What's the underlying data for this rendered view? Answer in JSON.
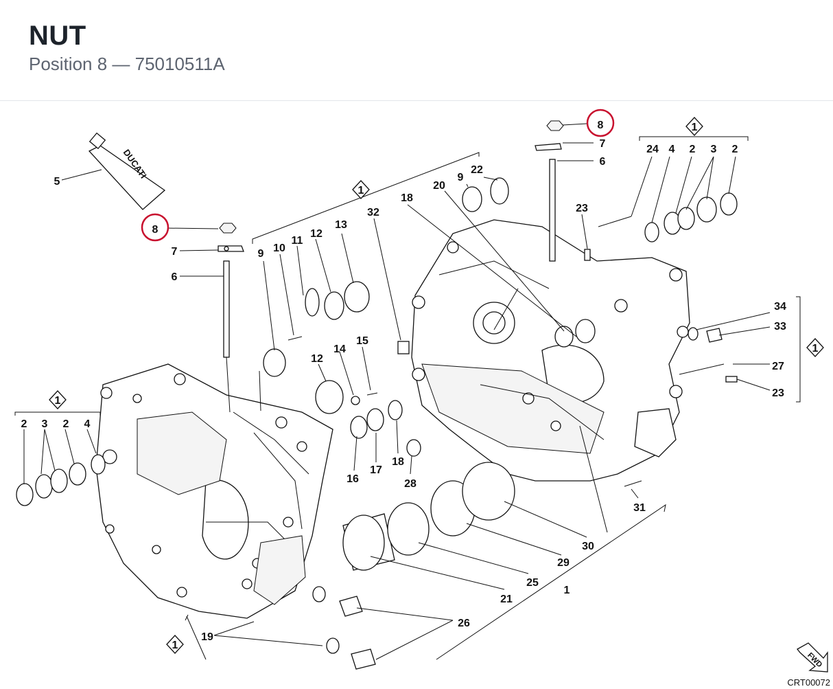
{
  "header": {
    "title": "NUT",
    "subtitle": "Position 8 — 75010511A"
  },
  "highlight_color": "#c8102e",
  "tube_brand": "DUCATI",
  "note_symbol": "1",
  "highlighted_label": "8",
  "callouts": {
    "c5": "5",
    "c6a": "6",
    "c7a": "7",
    "c6b": "6",
    "c7b": "7",
    "c9a": "9",
    "c10": "10",
    "c11": "11",
    "c12a": "12",
    "c13": "13",
    "c32": "32",
    "c18a": "18",
    "c20": "20",
    "c9b": "9",
    "c22": "22",
    "c23a": "23",
    "c24": "24",
    "c4a": "4",
    "c2a": "2",
    "c3a": "3",
    "c2b": "2",
    "c34": "34",
    "c33": "33",
    "c27": "27",
    "c23b": "23",
    "c14": "14",
    "c15": "15",
    "c12b": "12",
    "c16": "16",
    "c17": "17",
    "c18b": "18",
    "c28": "28",
    "c2c": "2",
    "c3b": "3",
    "c2d": "2",
    "c4b": "4",
    "c31": "31",
    "c30": "30",
    "c29": "29",
    "c25": "25",
    "c21": "21",
    "c1": "1",
    "c26": "26",
    "c19": "19"
  },
  "drawing_code": "CRT00072",
  "fwd_label": "FWD"
}
